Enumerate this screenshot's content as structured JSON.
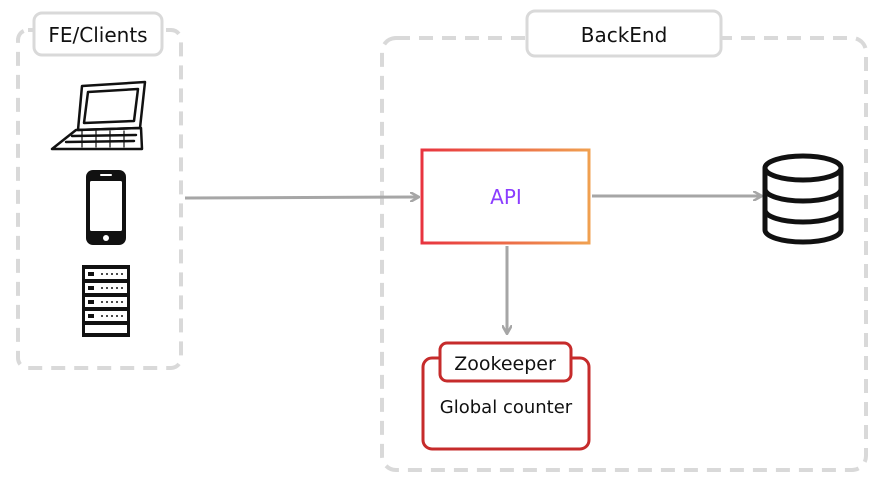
{
  "groups": {
    "clients": {
      "label": "FE/Clients"
    },
    "backend": {
      "label": "BackEnd"
    }
  },
  "nodes": {
    "api": {
      "label": "API"
    },
    "zookeeper": {
      "label": "Zookeeper",
      "sublabel": "Global counter"
    }
  },
  "icons": {
    "clients": [
      "laptop-icon",
      "smartphone-icon",
      "server-rack-icon"
    ],
    "storage": "database-icon"
  },
  "colors": {
    "dashed_border": "#d9d9d9",
    "arrow": "#a6a6a6",
    "api_gradient_start": "#e8343f",
    "api_gradient_end": "#f0a050",
    "api_text": "#8b3dff",
    "zookeeper_border": "#c62b2b",
    "icon_stroke": "#111111"
  }
}
